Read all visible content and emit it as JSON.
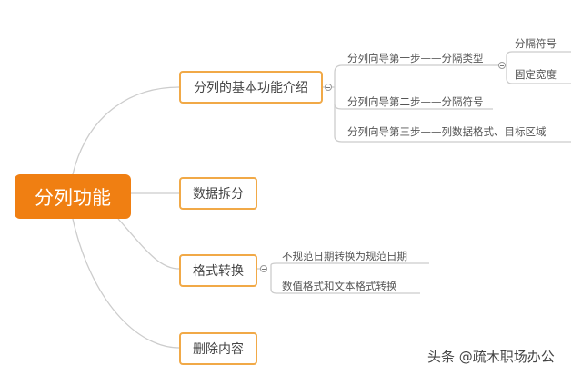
{
  "root": {
    "label": "分列功能"
  },
  "branches": [
    {
      "label": "分列的基本功能介绍"
    },
    {
      "label": "数据拆分"
    },
    {
      "label": "格式转换"
    },
    {
      "label": "删除内容"
    }
  ],
  "basic": {
    "step1": "分列向导第一步——分隔类型",
    "step1_children": [
      "分隔符号",
      "固定宽度"
    ],
    "step2": "分列向导第二步——分隔符号",
    "step3": "分列向导第三步——列数据格式、目标区域"
  },
  "format": {
    "children": [
      "不规范日期转换为规范日期",
      "数值格式和文本格式转换"
    ]
  },
  "watermark": "头条 @疏木职场办公",
  "colors": {
    "root_fill": "#f07f12",
    "node_border": "#f1a947",
    "line": "#cccccc"
  }
}
